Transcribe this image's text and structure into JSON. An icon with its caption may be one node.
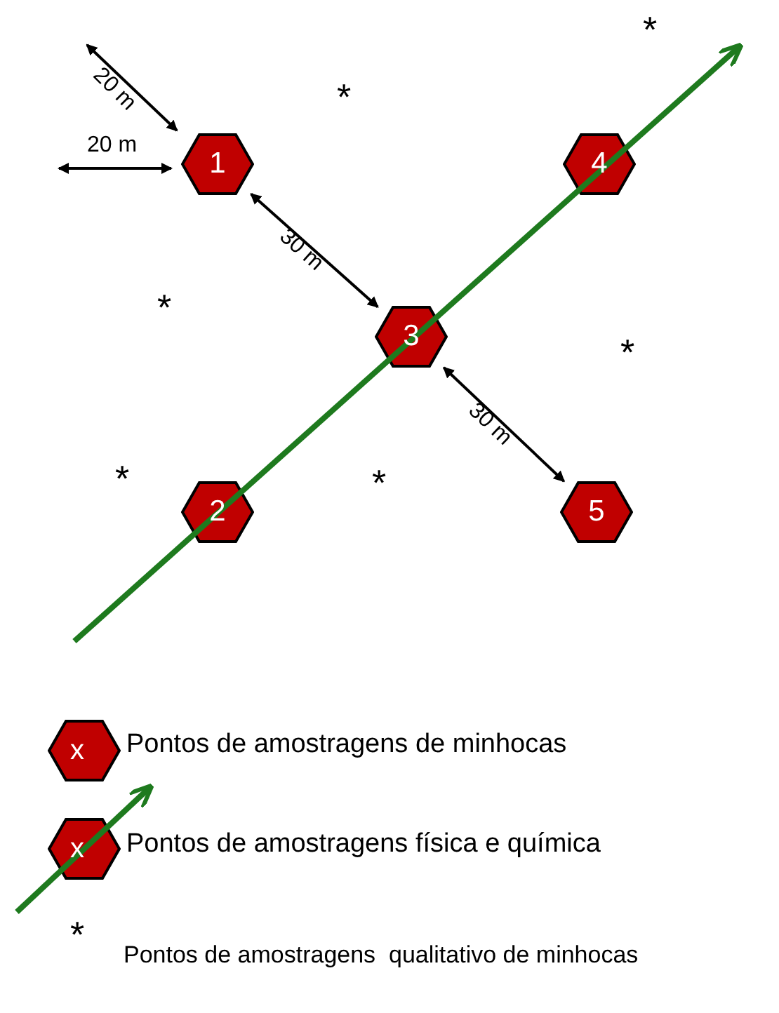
{
  "diagram": {
    "nodes": [
      {
        "text": [
          "1"
        ]
      },
      {
        "text": [
          "4"
        ]
      },
      {
        "text": [
          "3"
        ]
      },
      {
        "text": [
          "2"
        ]
      },
      {
        "text": [
          "5"
        ]
      }
    ],
    "edges": [
      {
        "from": 0,
        "to": 2,
        "arrow": "both",
        "label": "30 m"
      },
      {
        "from": 2,
        "to": 4,
        "arrow": "both",
        "label": "30 m"
      }
    ],
    "labels": [
      "*",
      "20 m",
      "*",
      "20 m",
      "*",
      "*",
      "*",
      "*",
      "x",
      "x"
    ],
    "legend": [
      {
        "text": "Pontos de amostragens de minhocas"
      },
      {
        "text": "Pontos de amostragens física e química"
      },
      {
        "text": "Pontos de amostragens  qualitativo de minhocas"
      }
    ]
  }
}
